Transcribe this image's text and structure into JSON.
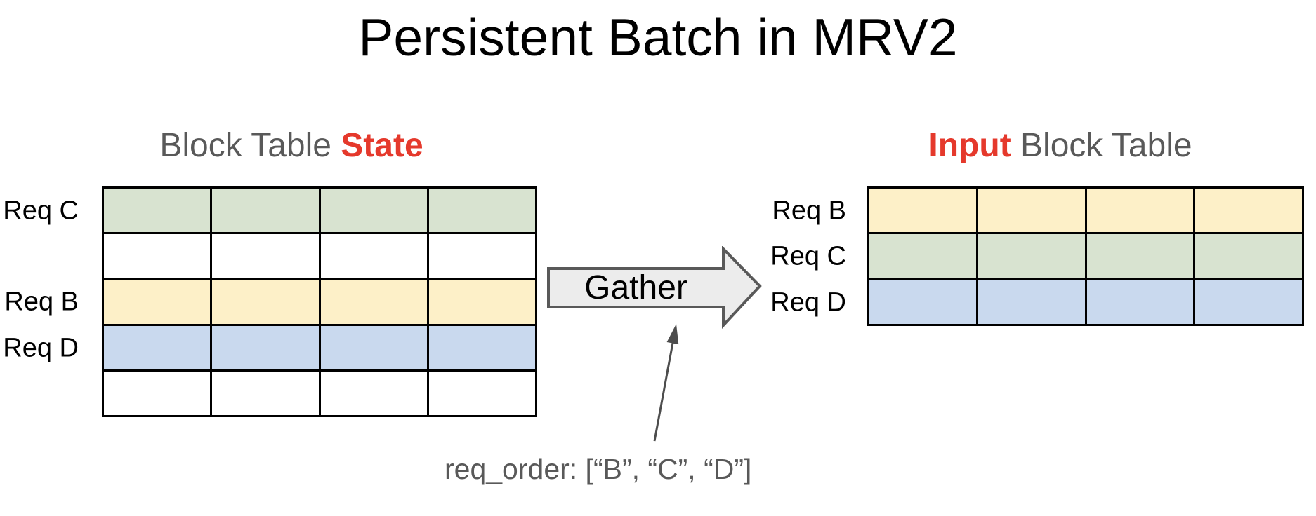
{
  "title": "Persistent Batch in MRV2",
  "colors": {
    "green": "#d8e3d0",
    "yellow": "#fdf0c8",
    "blue": "#c9d9ee",
    "white": "#ffffff",
    "accent_red": "#e5392c",
    "gray_text": "#595959",
    "black": "#000000",
    "arrow_fill": "#ececec",
    "arrow_border": "#595959",
    "annotation_gray": "#4d4d4d"
  },
  "left_table": {
    "header": {
      "prefix": "Block Table ",
      "accent": "State"
    },
    "columns": 4,
    "rows": [
      {
        "label": "Req C",
        "color": "green"
      },
      {
        "label": "",
        "color": "white"
      },
      {
        "label": "Req B",
        "color": "yellow"
      },
      {
        "label": "Req D",
        "color": "blue"
      },
      {
        "label": "",
        "color": "white"
      }
    ]
  },
  "right_table": {
    "header": {
      "accent": "Input",
      "suffix": " Block Table"
    },
    "columns": 4,
    "rows": [
      {
        "label": "Req B",
        "color": "yellow"
      },
      {
        "label": "Req C",
        "color": "green"
      },
      {
        "label": "Req D",
        "color": "blue"
      }
    ]
  },
  "gather_arrow": {
    "label": "Gather"
  },
  "annotation": {
    "text": "req_order: [“B”, “C”, “D”]"
  }
}
